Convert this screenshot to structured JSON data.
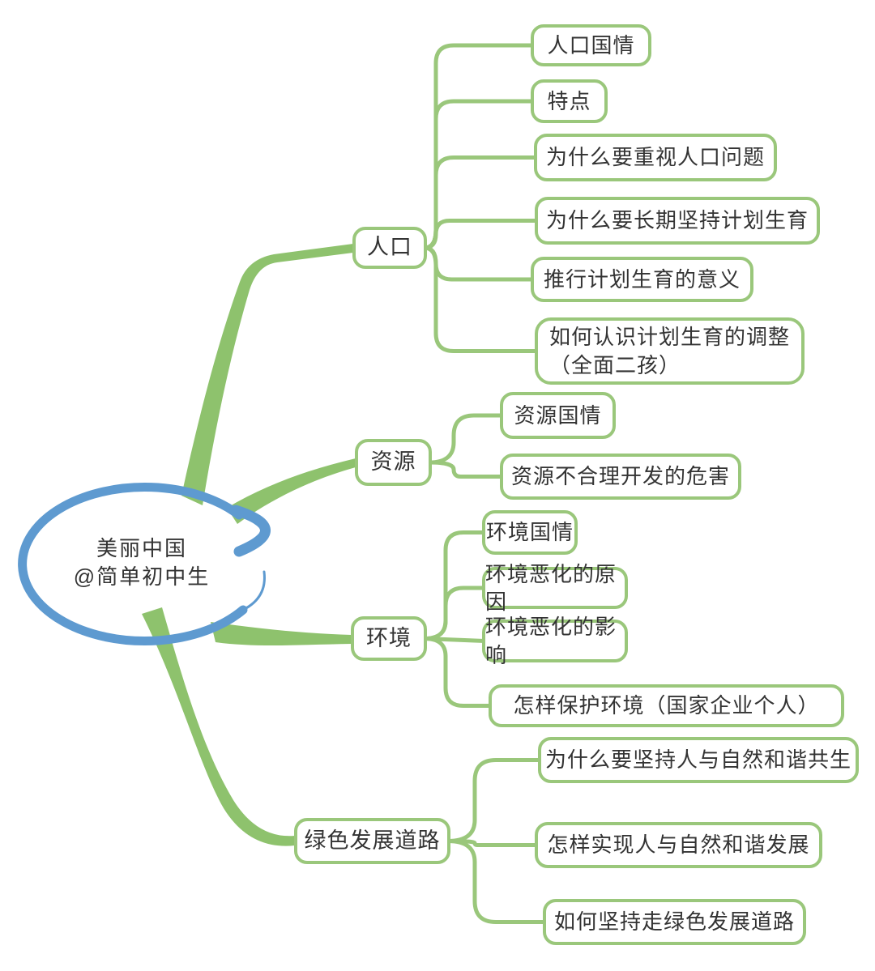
{
  "center": {
    "title": "美丽中国",
    "watermark": "@简单初中生"
  },
  "branches": [
    {
      "id": "renkou",
      "label": "人口",
      "children": [
        "人口国情",
        "特点",
        "为什么要重视人口问题",
        "为什么要长期坚持计划生育",
        "推行计划生育的意义",
        "如何认识计划生育的调整\n（全面二孩）"
      ]
    },
    {
      "id": "ziyuan",
      "label": "资源",
      "children": [
        "资源国情",
        "资源不合理开发的危害"
      ]
    },
    {
      "id": "huanjing",
      "label": "环境",
      "children": [
        "环境国情",
        "环境恶化的原因",
        "环境恶化的影响",
        "怎样保护环境（国家企业个人）"
      ]
    },
    {
      "id": "lvse",
      "label": "绿色发展道路",
      "children": [
        "为什么要坚持人与自然和谐共生",
        "怎样实现人与自然和谐发展",
        "如何坚持走绿色发展道路"
      ]
    }
  ],
  "colors": {
    "branch_green": "#8ec26d",
    "line_green": "#9ac77b",
    "center_blue": "#5e9ad0",
    "text": "#333333",
    "background": "#ffffff"
  }
}
